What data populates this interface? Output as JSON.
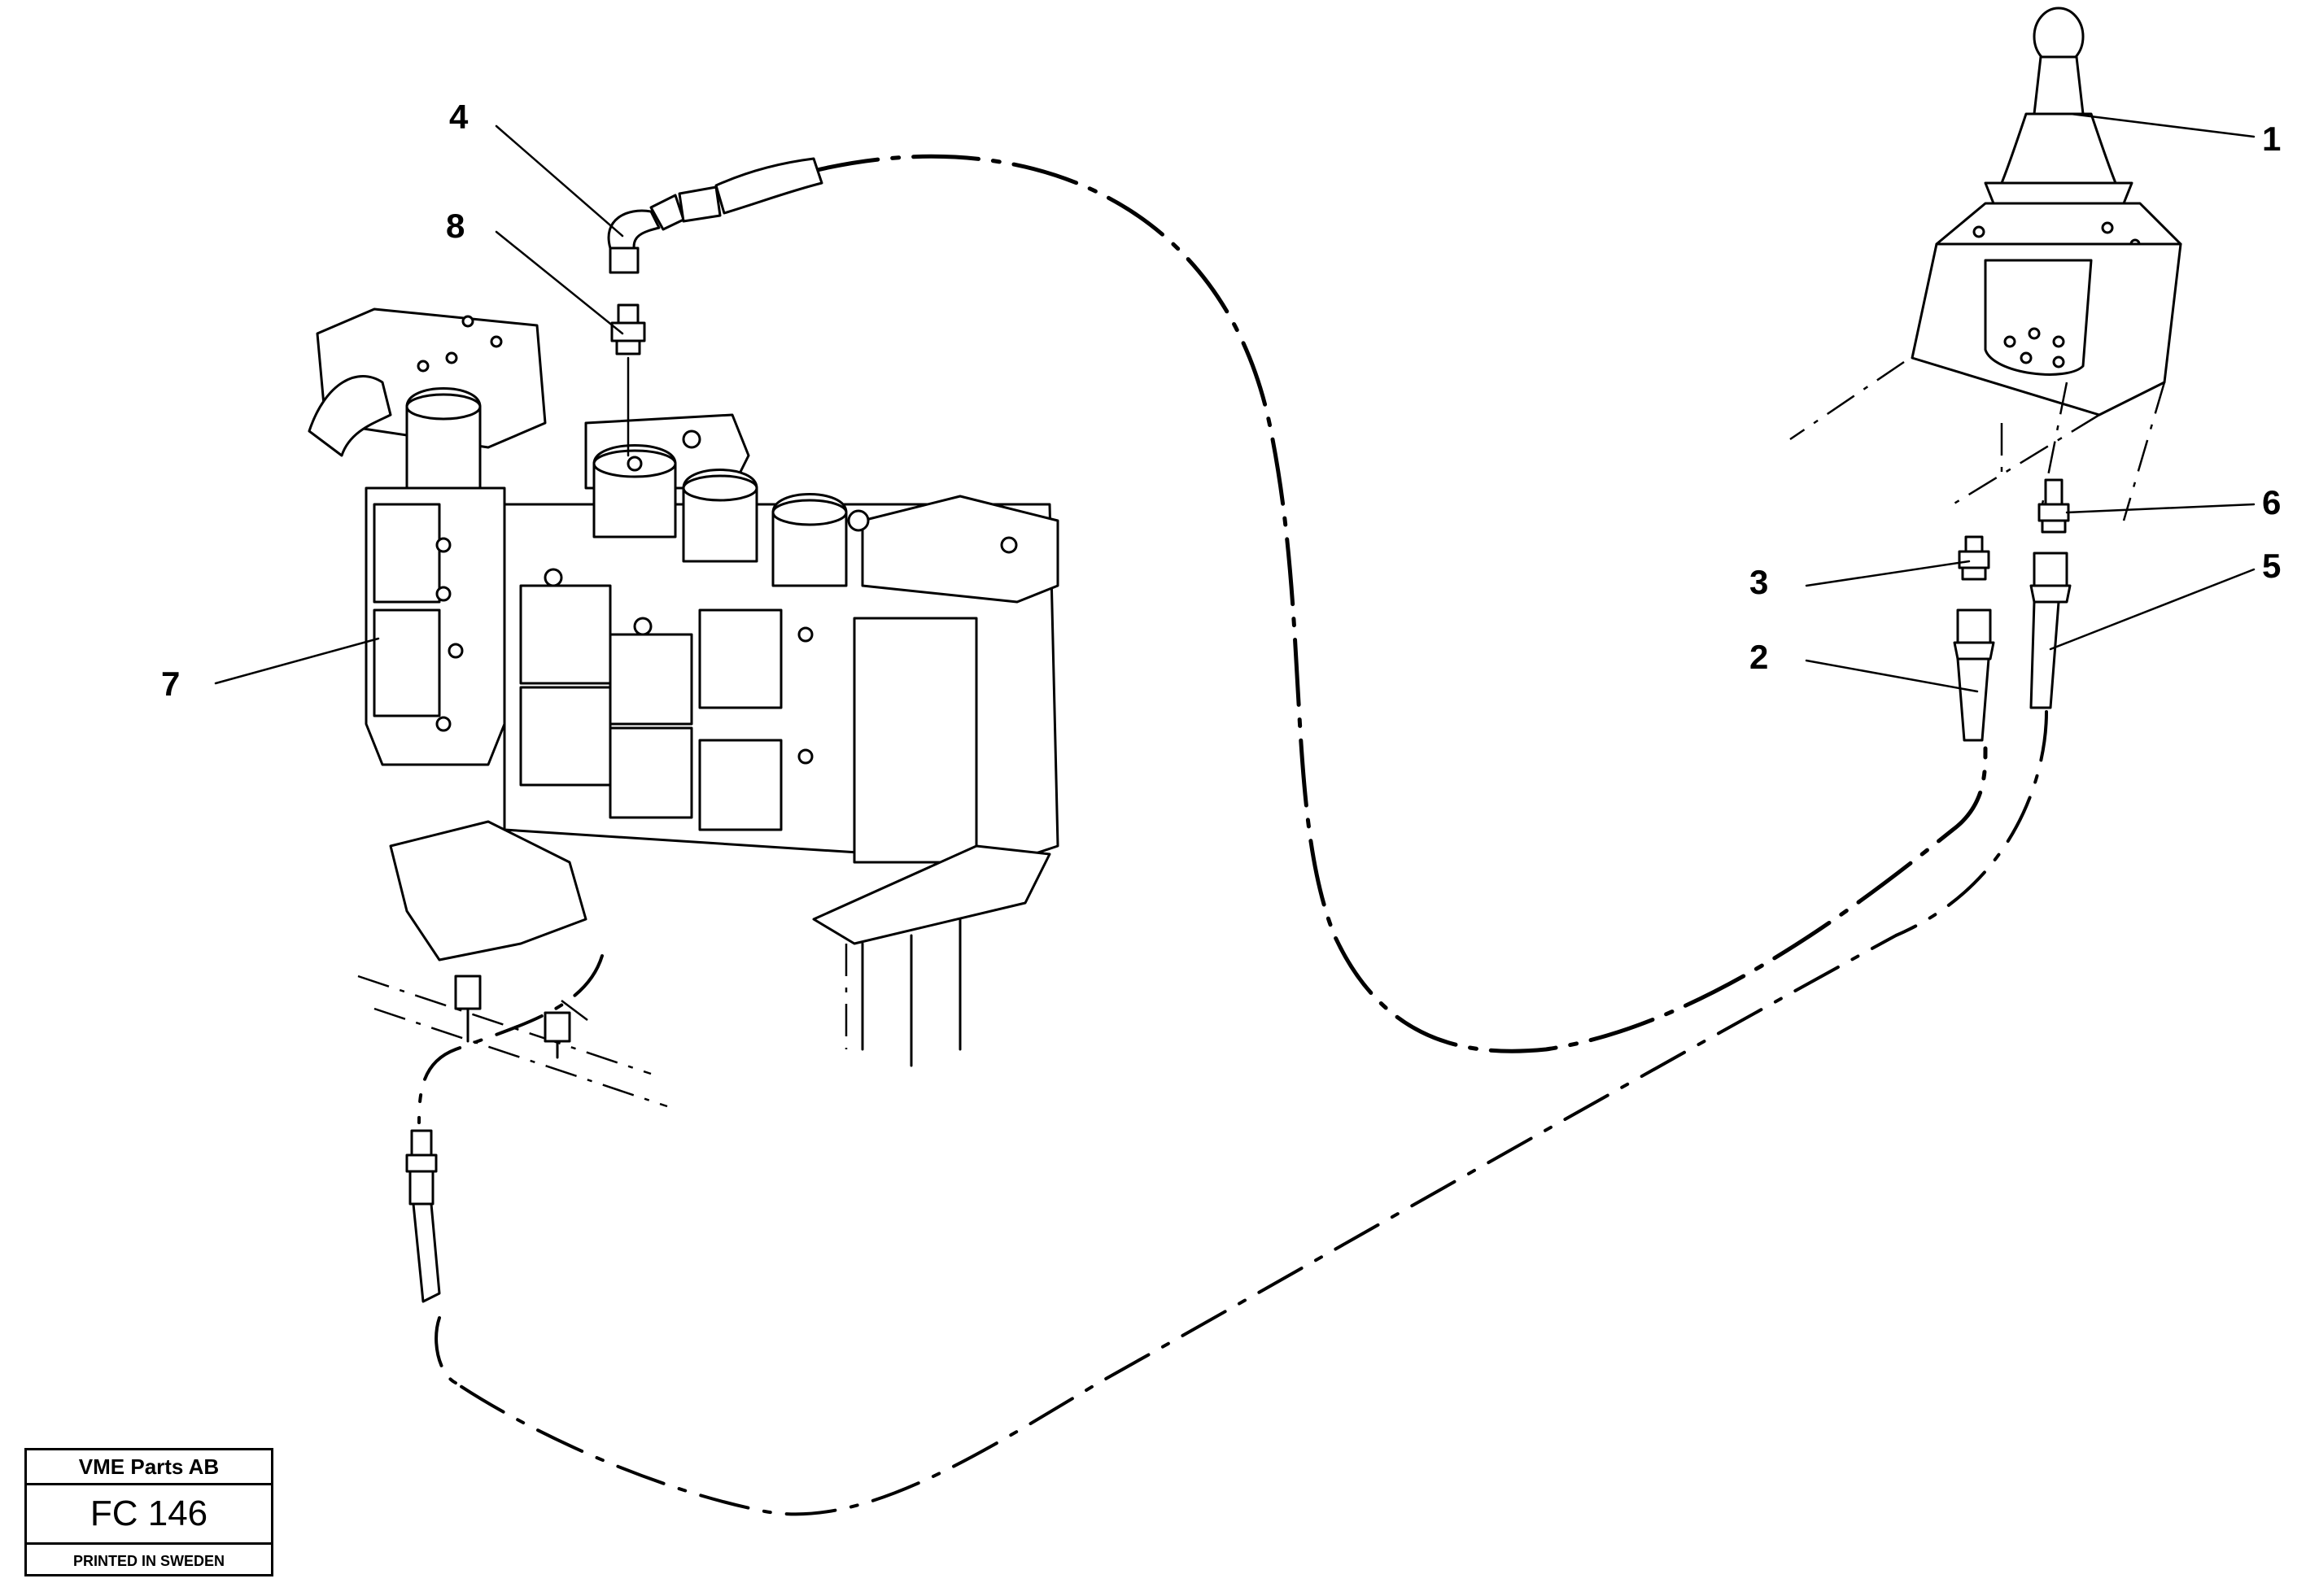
{
  "callouts": {
    "c1": "1",
    "c2": "2",
    "c3": "3",
    "c4": "4",
    "c5": "5",
    "c6": "6",
    "c7": "7",
    "c8": "8"
  },
  "title_block": {
    "company": "VME Parts AB",
    "code": "FC 146",
    "printed": "PRINTED IN SWEDEN"
  }
}
